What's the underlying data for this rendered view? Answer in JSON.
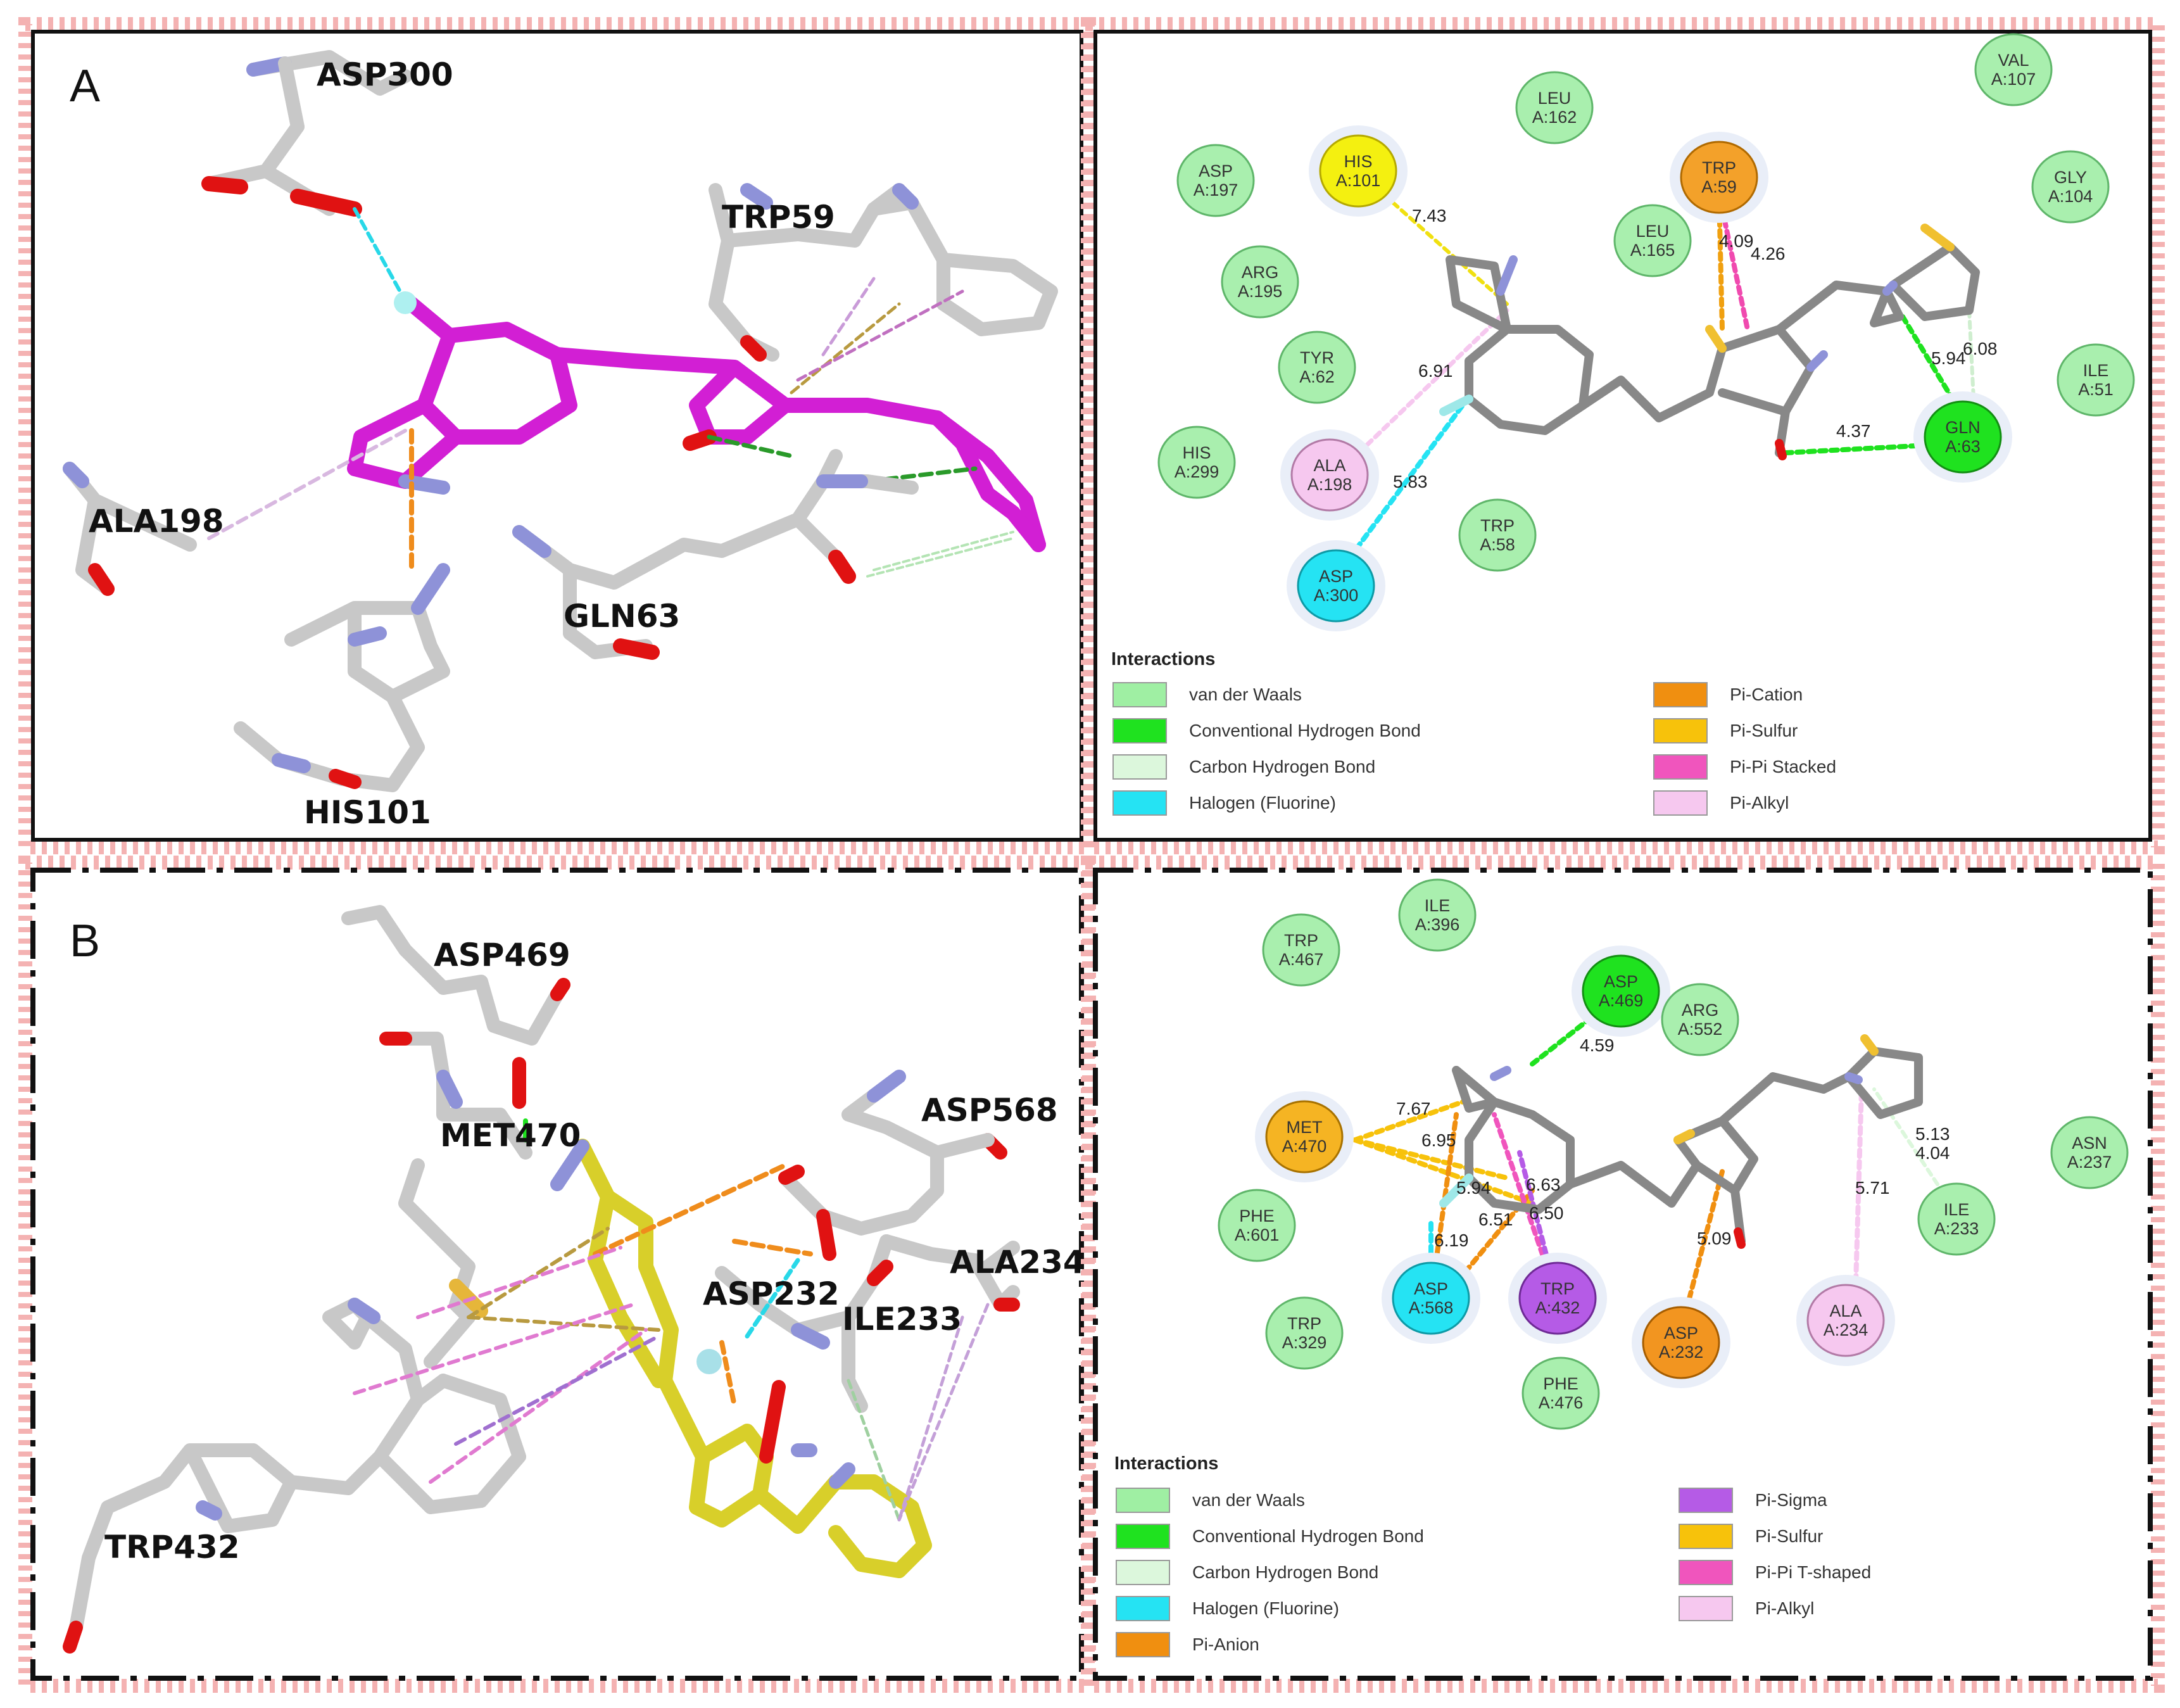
{
  "panels": [
    {
      "label": "A",
      "residue_labels_3d": [
        "ASP300",
        "TRP59",
        "ALA198",
        "GLN63",
        "HIS101"
      ],
      "residues_2d": [
        {
          "name": "VAL",
          "id": "A:107",
          "type": "vdw"
        },
        {
          "name": "LEU",
          "id": "A:162",
          "type": "vdw"
        },
        {
          "name": "ASP",
          "id": "A:197",
          "type": "vdw"
        },
        {
          "name": "HIS",
          "id": "A:101",
          "type": "unfav"
        },
        {
          "name": "TRP",
          "id": "A:59",
          "type": "cation"
        },
        {
          "name": "GLY",
          "id": "A:104",
          "type": "vdw"
        },
        {
          "name": "ARG",
          "id": "A:195",
          "type": "vdw"
        },
        {
          "name": "LEU",
          "id": "A:165",
          "type": "vdw"
        },
        {
          "name": "TYR",
          "id": "A:62",
          "type": "vdw"
        },
        {
          "name": "ILE",
          "id": "A:51",
          "type": "vdw"
        },
        {
          "name": "HIS",
          "id": "A:299",
          "type": "vdw"
        },
        {
          "name": "ALA",
          "id": "A:198",
          "type": "alkyl"
        },
        {
          "name": "GLN",
          "id": "A:63",
          "type": "hbond"
        },
        {
          "name": "TRP",
          "id": "A:58",
          "type": "vdw"
        },
        {
          "name": "ASP",
          "id": "A:300",
          "type": "halogen"
        }
      ],
      "distances": [
        "7.43",
        "4.09",
        "4.26",
        "6.91",
        "5.94",
        "6.08",
        "4.37",
        "5.83"
      ],
      "legend": {
        "title": "Interactions",
        "items": [
          {
            "label": "van der Waals",
            "color": "#9fefa3"
          },
          {
            "label": "Conventional Hydrogen Bond",
            "color": "#1fe21f"
          },
          {
            "label": "Carbon Hydrogen Bond",
            "color": "#dcf7dc"
          },
          {
            "label": "Halogen (Fluorine)",
            "color": "#25e3f3"
          },
          {
            "label": "Pi-Cation",
            "color": "#f08f10"
          },
          {
            "label": "Pi-Sulfur",
            "color": "#f7c20b"
          },
          {
            "label": "Pi-Pi Stacked",
            "color": "#f055bd"
          },
          {
            "label": "Pi-Alkyl",
            "color": "#f6c8ef"
          }
        ]
      }
    },
    {
      "label": "B",
      "residue_labels_3d": [
        "ASP469",
        "MET470",
        "ASP568",
        "ASP232",
        "ILE233",
        "ALA234",
        "TRP432"
      ],
      "residues_2d": [
        {
          "name": "ILE",
          "id": "A:396",
          "type": "vdw"
        },
        {
          "name": "TRP",
          "id": "A:467",
          "type": "vdw"
        },
        {
          "name": "ASP",
          "id": "A:469",
          "type": "hbond"
        },
        {
          "name": "ARG",
          "id": "A:552",
          "type": "vdw"
        },
        {
          "name": "MET",
          "id": "A:470",
          "type": "sulfur"
        },
        {
          "name": "ASN",
          "id": "A:237",
          "type": "vdw"
        },
        {
          "name": "PHE",
          "id": "A:601",
          "type": "vdw"
        },
        {
          "name": "ILE",
          "id": "A:233",
          "type": "vdw"
        },
        {
          "name": "ASP",
          "id": "A:568",
          "type": "halogen"
        },
        {
          "name": "TRP",
          "id": "A:432",
          "type": "sigma"
        },
        {
          "name": "TRP",
          "id": "A:329",
          "type": "vdw"
        },
        {
          "name": "ASP",
          "id": "A:232",
          "type": "anion"
        },
        {
          "name": "ALA",
          "id": "A:234",
          "type": "alkyl"
        },
        {
          "name": "PHE",
          "id": "A:476",
          "type": "vdw"
        }
      ],
      "distances": [
        "4.59",
        "7.67",
        "6.95",
        "5.94",
        "6.63",
        "6.51",
        "6.50",
        "6.19",
        "5.09",
        "5.13",
        "4.04",
        "5.71"
      ],
      "legend": {
        "title": "Interactions",
        "items": [
          {
            "label": "van der Waals",
            "color": "#9fefa3"
          },
          {
            "label": "Conventional Hydrogen Bond",
            "color": "#1fe21f"
          },
          {
            "label": "Carbon Hydrogen Bond",
            "color": "#dcf7dc"
          },
          {
            "label": "Halogen (Fluorine)",
            "color": "#25e3f3"
          },
          {
            "label": "Pi-Anion",
            "color": "#f08f10"
          },
          {
            "label": "Pi-Sigma",
            "color": "#b55be6"
          },
          {
            "label": "Pi-Sulfur",
            "color": "#f7c20b"
          },
          {
            "label": "Pi-Pi T-shaped",
            "color": "#f055bd"
          },
          {
            "label": "Pi-Alkyl",
            "color": "#f6c8ef"
          }
        ]
      }
    }
  ],
  "colors": {
    "frame_glow": "#f2a3a3",
    "stick_gray": "#c8c8c8",
    "nitrogen": "#8e92d8",
    "oxygen": "#e01212",
    "ligand_A": "#d21fd4",
    "ligand_B": "#d8cf2a",
    "sulfur": "#e6b63a"
  }
}
